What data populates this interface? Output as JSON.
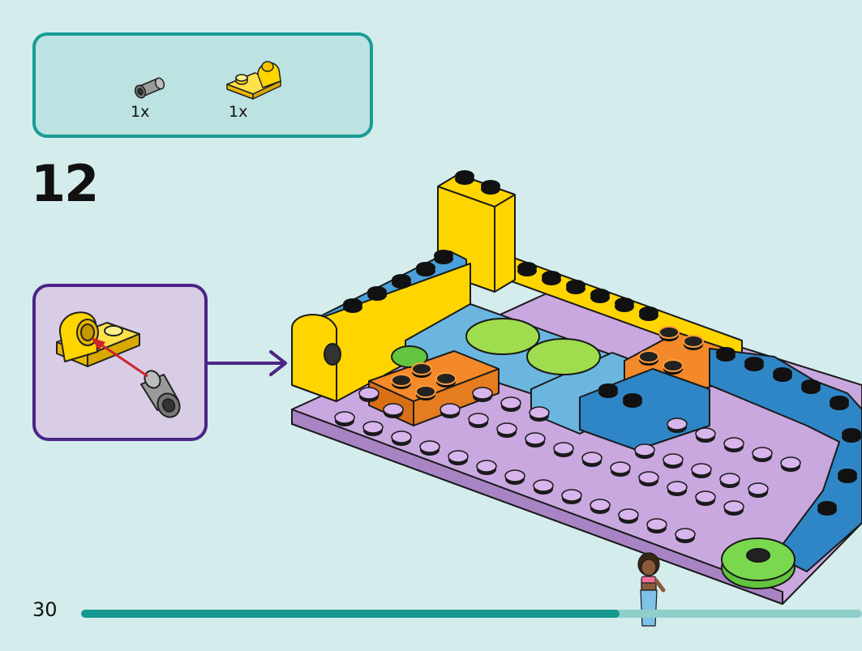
{
  "parts_list": {
    "items": [
      {
        "name": "grey-pin-connector",
        "quantity": "1x",
        "color": "#8a8a8a"
      },
      {
        "name": "yellow-bracket-plate",
        "quantity": "1x",
        "color": "#ffd500"
      }
    ]
  },
  "step": {
    "number": "12"
  },
  "footer": {
    "page_number": "30",
    "progress_fraction": 0.69
  },
  "colors": {
    "teal_accent": "#1a9b96",
    "callout_border": "#4b2586",
    "base_plate": "#c9a8e0",
    "yellow": "#ffd500",
    "orange": "#f4892a",
    "blue": "#2f86c6",
    "light_blue": "#6ab6de",
    "lime": "#9fdc4e"
  }
}
